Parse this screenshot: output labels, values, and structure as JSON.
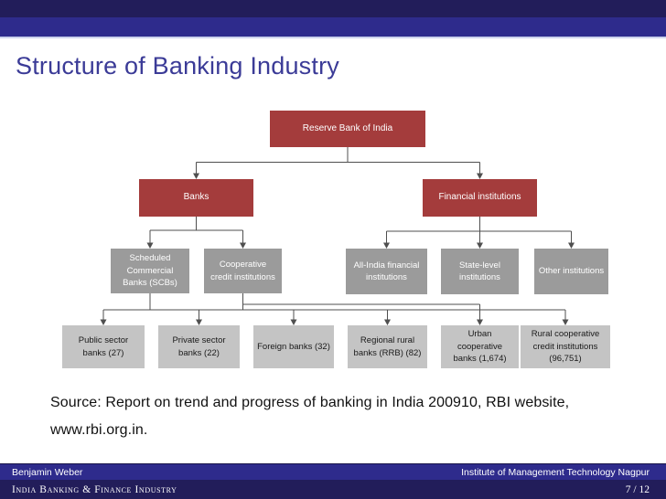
{
  "slide": {
    "title": "Structure of Banking Industry"
  },
  "diagram": {
    "nodes": {
      "rbi": {
        "label": "Reserve Bank of India"
      },
      "banks": {
        "label": "Banks"
      },
      "financial": {
        "label": "Financial institutions"
      },
      "scb": {
        "label": "Scheduled Commercial Banks (SCBs)"
      },
      "coop": {
        "label": "Cooperative credit institutions"
      },
      "aifi": {
        "label": "All-India financial institutions"
      },
      "state": {
        "label": "State-level institutions"
      },
      "other": {
        "label": "Other institutions"
      },
      "public": {
        "label": "Public sector banks (27)"
      },
      "private": {
        "label": "Private sector banks (22)"
      },
      "foreign": {
        "label": "Foreign banks (32)"
      },
      "rrb": {
        "label": "Regional rural banks (RRB) (82)"
      },
      "urban": {
        "label": "Urban cooperative banks (1,674)"
      },
      "rural": {
        "label": "Rural cooperative credit institutions (96,751)"
      }
    },
    "colors": {
      "node_red": "#a43c3c",
      "node_gray": "#9b9b9b",
      "node_light_gray": "#c4c4c4",
      "connector": "#4f4f4f"
    }
  },
  "source": {
    "lines": [
      "Source: Report on trend and progress of banking in India 200910, RBI website,",
      "www.rbi.org.in."
    ]
  },
  "footer": {
    "author": "Benjamin Weber",
    "institute": "Institute of Management Technology Nagpur",
    "short_title": "India Banking & Finance Industry",
    "page": "7 / 12"
  },
  "theme": {
    "header_dark": "#221d5a",
    "header_blue": "#2e2b8c",
    "header_separator": "#ccd3ed",
    "title_color": "#3b3b97"
  }
}
